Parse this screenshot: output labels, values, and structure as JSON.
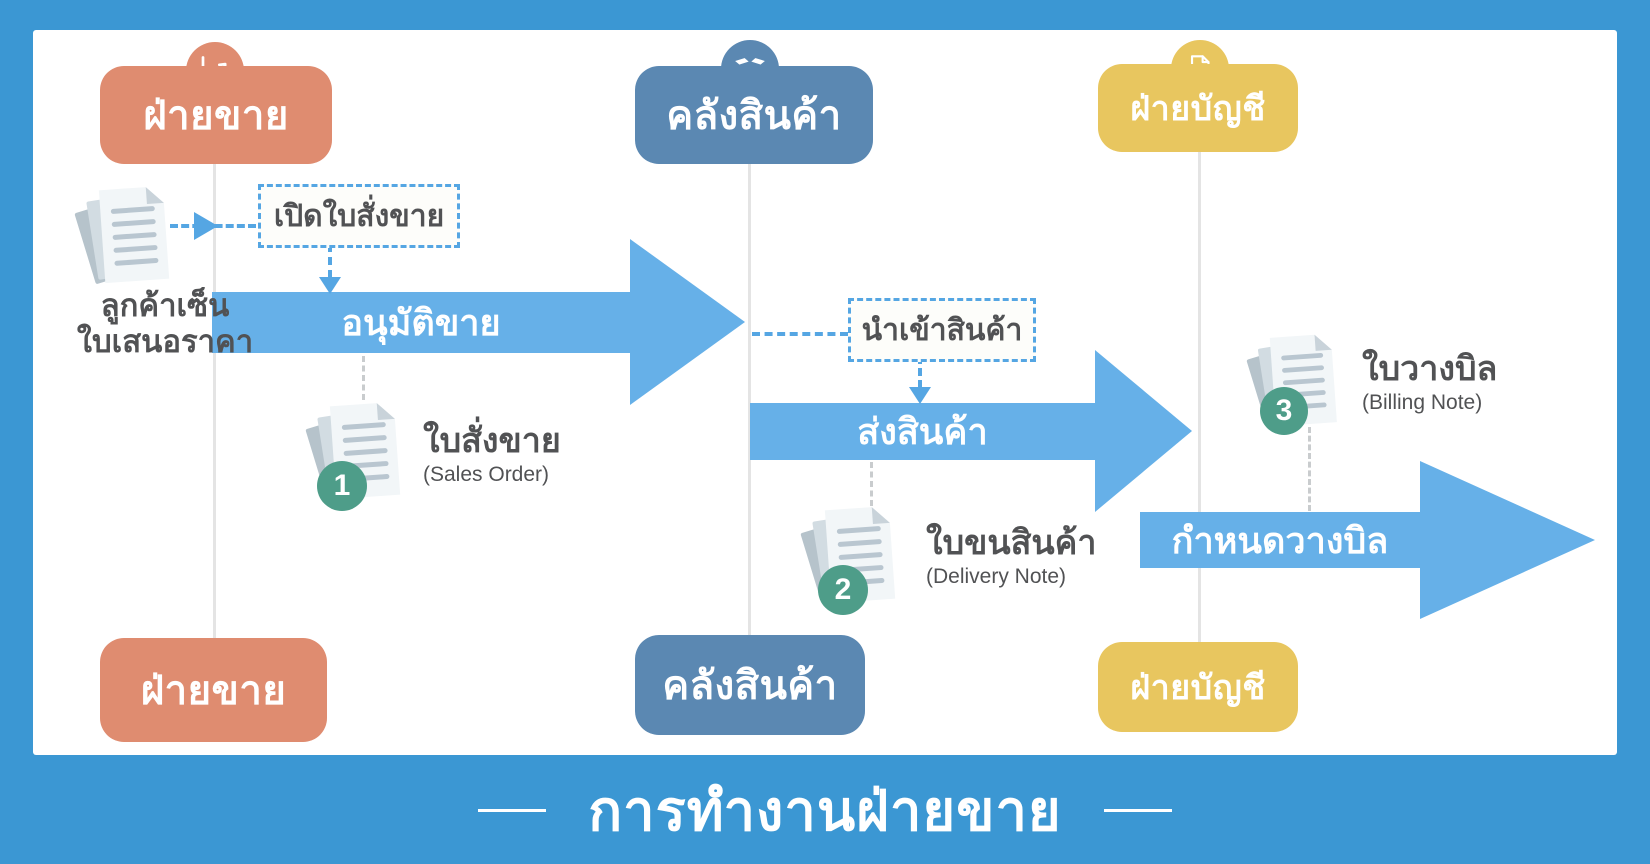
{
  "title": "การทำงานฝ่ายขาย",
  "colors": {
    "background": "#3b97d3",
    "panel": "#ffffff",
    "lane_sales": "#df8c70",
    "lane_warehouse": "#5b88b2",
    "lane_accounting": "#e8c65f",
    "flow_arrow": "#66b0e8",
    "dashed_connector": "#55a6e3",
    "number_badge": "#4e9d89",
    "text_dark": "#515254"
  },
  "lanes": [
    {
      "label": "ฝ่ายขาย",
      "icon": "trend-chart-icon"
    },
    {
      "label": "คลังสินค้า",
      "icon": "open-box-icon"
    },
    {
      "label": "ฝ่ายบัญชี",
      "icon": "document-gear-icon"
    }
  ],
  "flow_arrows": [
    {
      "label": "อนุมัติขาย"
    },
    {
      "label": "ส่งสินค้า"
    },
    {
      "label": "กำหนดวางบิล"
    }
  ],
  "process_steps": [
    {
      "label": "เปิดใบสั่งขาย"
    },
    {
      "label": "นำเข้าสินค้า"
    }
  ],
  "source_document": {
    "caption_line1": "ลูกค้าเซ็น",
    "caption_line2": "ใบเสนอราคา"
  },
  "documents": [
    {
      "number": "1",
      "title": "ใบสั่งขาย",
      "subtitle": "(Sales Order)"
    },
    {
      "number": "2",
      "title": "ใบขนสินค้า",
      "subtitle": "(Delivery Note)"
    },
    {
      "number": "3",
      "title": "ใบวางบิล",
      "subtitle": "(Billing Note)"
    }
  ]
}
